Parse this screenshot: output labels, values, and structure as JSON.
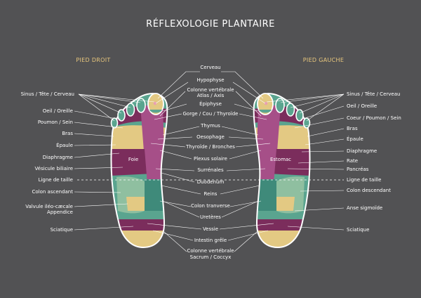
{
  "title": "RÉFLEXOLOGIE PLANTAIRE",
  "right_foot_title": "PIED DROIT",
  "left_foot_title": "PIED GAUCHE",
  "colors": {
    "background": "#525254",
    "accent": "#e8c77d",
    "green": "#5aa48f",
    "sand": "#e3c983",
    "plum": "#7b2d5c",
    "pink": "#a64f88",
    "teal": "#3f8a7a",
    "sage": "#8fbfa0",
    "white": "#ffffff"
  },
  "foot_labels": {
    "right": "Foie",
    "left": "Estomac"
  },
  "center_labels": [
    "Cerveau",
    "Hypophyse",
    "Colonne vertébrale",
    "Atlas / Axis",
    "Épiphyse",
    "Gorge / Cou / Thyroïde",
    "Thymus",
    "Oesophage",
    "Thyroïde / Bronches",
    "Plexus solaire",
    "Surrénales",
    "Duodenum",
    "Reins",
    "Colon tranverse",
    "Uretères",
    "Vessie",
    "Intestin grêle",
    "Colonne vertébrale",
    "Sacrum / Coccyx"
  ],
  "left_labels": [
    "Sinus / Tête / Cerveau",
    "Oeil / Oreille",
    "Poumon / Sein",
    "Bras",
    "Épaule",
    "Diaphragme",
    "Vésicule biliaire",
    "Ligne de taille",
    "Colon ascendant",
    "Valvule iléo-cæcale",
    "Appendice",
    "Sciatique"
  ],
  "right_labels": [
    "Sinus / Tête / Cerveau",
    "Oeil / Oreille",
    "Coeur / Poumon / Sein",
    "Bras",
    "Épaule",
    "Diaphragme",
    "Rate",
    "Pancréas",
    "Ligne de taille",
    "Colon descendant",
    "Anse sigmoïde",
    "Sciatique"
  ]
}
